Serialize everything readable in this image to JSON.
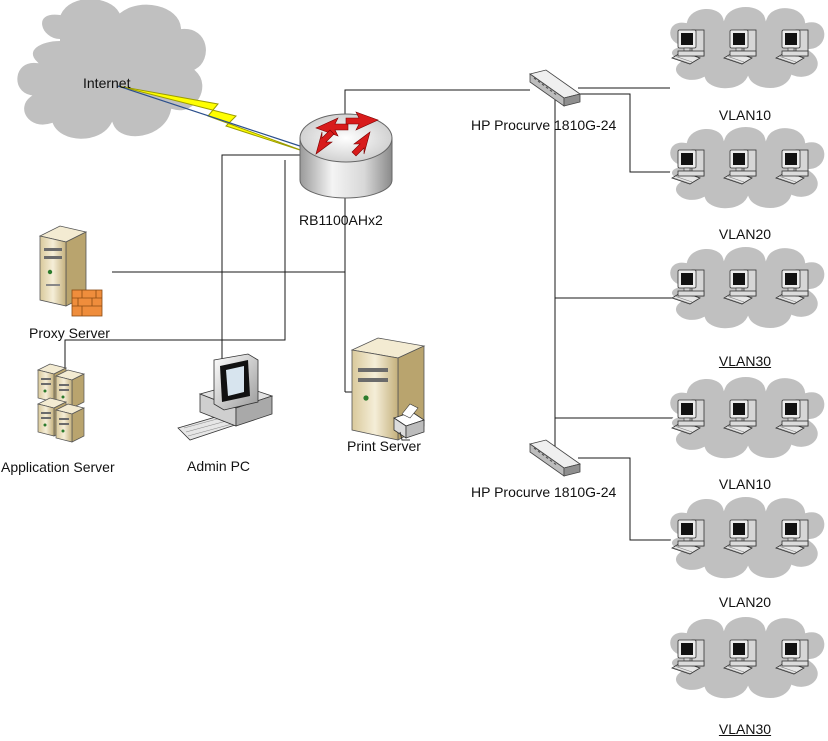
{
  "labels": {
    "internet": "Internet",
    "router": "RB1100AHx2",
    "switch_top": "HP Procurve 1810G-24",
    "switch_bottom": "HP Procurve 1810G-24",
    "proxy_server": "Proxy Server",
    "application_server": "Application Server",
    "admin_pc": "Admin PC",
    "print_server": "Print Server",
    "vlans": [
      "VLAN10",
      "VLAN20",
      "VLAN30",
      "VLAN10",
      "VLAN20",
      "VLAN30"
    ]
  },
  "colors": {
    "cloud_fill": "#c0c0c0",
    "cloud_stroke": "#ffffff",
    "link": "#1a1a1a",
    "wan_bolt": "#ffff00",
    "router_arrows": "#d81b1b",
    "server_body": "#e8dcb8",
    "firewall": "#ef8d3c"
  },
  "icons": [
    "cloud-icon",
    "router-icon",
    "switch-icon",
    "server-icon",
    "firewall-icon",
    "printer-icon",
    "workstation-icon",
    "lightning-icon"
  ]
}
